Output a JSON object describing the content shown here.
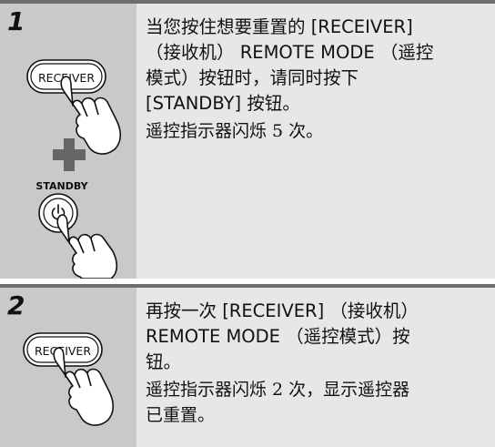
{
  "steps": [
    {
      "number": "1",
      "instruction_lines": [
        "当您按住想要重置的 [RECEIVER]",
        "（接收机） REMOTE MODE （遥控",
        "模式）按钮时，请同时按下",
        "[STANDBY] 按钮。"
      ],
      "result_lines": [
        "遥控指示器闪烁 5 次。"
      ],
      "illustration": {
        "button_label": "RECEIVER",
        "plus_icon": "plus-icon",
        "standby_label": "STANDBY",
        "power_icon": "power-icon"
      }
    },
    {
      "number": "2",
      "instruction_lines": [
        "再按一次 [RECEIVER] （接收机）",
        "REMOTE MODE （遥控模式）按",
        "钮。"
      ],
      "result_lines": [
        "遥控指示器闪烁 2 次，显示遥控器",
        "已重置。"
      ],
      "illustration": {
        "button_label": "RECEIVER"
      }
    }
  ],
  "colors": {
    "top_rule": "#6e6e6e",
    "left_panel": "#c9c9c9",
    "right_panel": "#e7e7e7",
    "plus": "#666666"
  }
}
